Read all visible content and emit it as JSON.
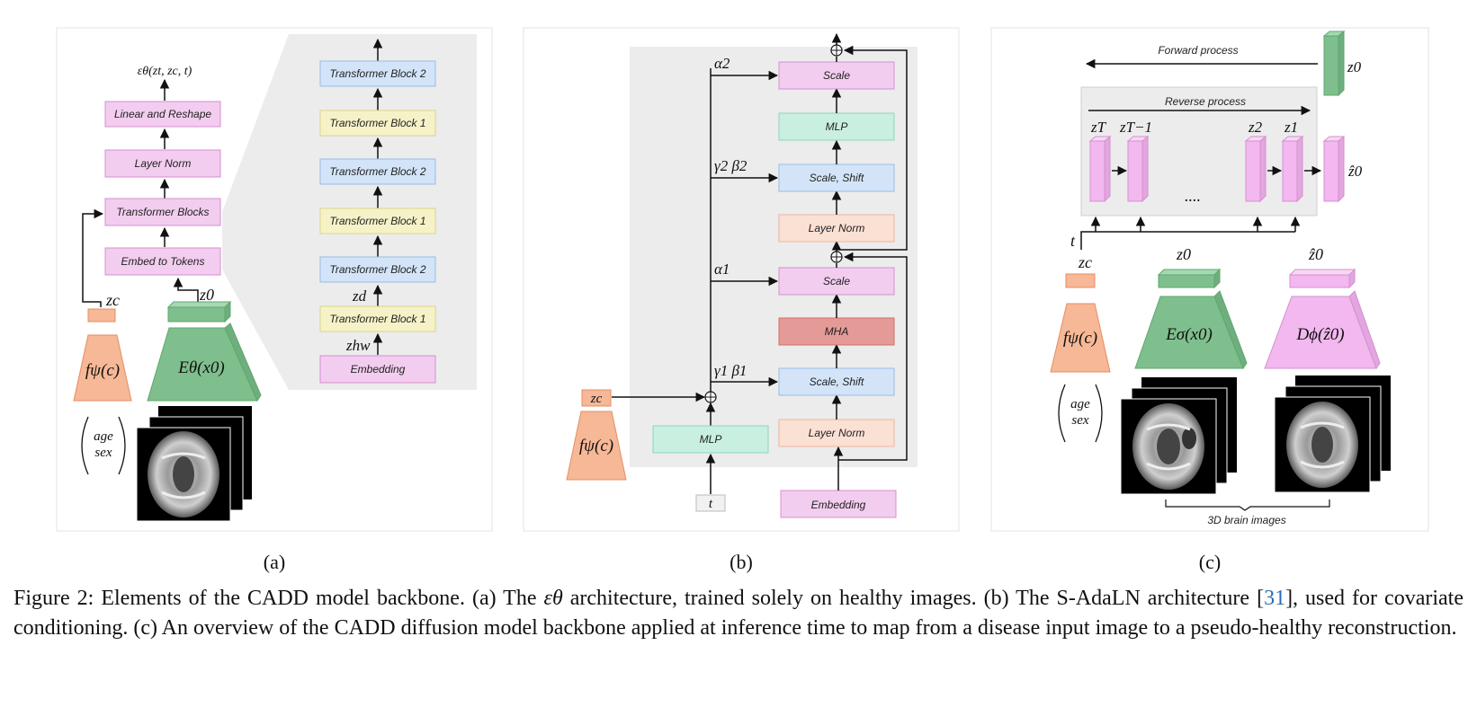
{
  "panel_a": {
    "label": "(a)",
    "output": "εθ(zt, zc, t)",
    "linear_reshape": "Linear and Reshape",
    "layer_norm": "Layer Norm",
    "transformer_blocks": "Transformer Blocks",
    "embed_tokens": "Embed to Tokens",
    "zc": "zc",
    "z0": "z0",
    "encoder_f": "fψ(c)",
    "encoder_e": "Eθ(x0)",
    "age": "age",
    "sex": "sex",
    "stack": [
      "Transformer Block 2",
      "Transformer Block 1",
      "Transformer Block 2",
      "Transformer Block 1",
      "Transformer Block 2",
      "Transformer Block 1",
      "Embedding"
    ],
    "zd": "zd",
    "zhw": "zhw"
  },
  "panel_b": {
    "label": "(b)",
    "alpha2": "α2",
    "alpha1": "α1",
    "gb2": "γ2 β2",
    "gb1": "γ1 β1",
    "scale_top": "Scale",
    "mlp_top": "MLP",
    "scale_shift_top": "Scale, Shift",
    "layer_norm_top": "Layer Norm",
    "scale_mid": "Scale",
    "mha": "MHA",
    "scale_shift_bot": "Scale, Shift",
    "layer_norm_bot": "Layer Norm",
    "embedding": "Embedding",
    "mlp_left": "MLP",
    "zc": "zc",
    "f": "fψ(c)",
    "t": "t"
  },
  "panel_c": {
    "label": "(c)",
    "forward": "Forward process",
    "reverse": "Reverse process",
    "z0_top": "z0",
    "zT": "zT",
    "zT1": "zT−1",
    "z2": "z2",
    "z1": "z1",
    "z0hat": "ẑ0",
    "dots": "....",
    "t": "t",
    "zc": "zc",
    "z0_enc": "z0",
    "z0hat_dec": "ẑ0",
    "f": "fψ(c)",
    "e": "Eσ(x0)",
    "d": "Dϕ(ẑ0)",
    "age": "age",
    "sex": "sex",
    "brace_label": "3D brain images"
  },
  "caption": {
    "prefix": "Figure 2:  Elements of the CADD model backbone.  (a) The ",
    "eps": "εθ",
    "part1": " architecture, trained solely on healthy images.  (b) The S-AdaLN architecture [",
    "ref": "31",
    "part2": "], used for covariate conditioning. (c) An overview of the CADD diffusion model backbone applied at inference time to map from a disease input image to a pseudo-healthy reconstruction."
  },
  "colors": {
    "pink_fill": "#f2cdef",
    "pink_stroke": "#d58fd2",
    "blue_fill": "#d3e4f8",
    "blue_stroke": "#97bde6",
    "yellow_fill": "#f6f2c8",
    "yellow_stroke": "#ddd48a",
    "green_fill": "#c9efe0",
    "green_stroke": "#8fd6b8",
    "peach_fill": "#fbe0d4",
    "peach_stroke": "#efb59b",
    "mha_fill": "#e49a96",
    "mha_stroke": "#cf6f6a",
    "orange_fill": "#f6b896",
    "orange_stroke": "#e48e62",
    "encoder_green": "#7fbf8d",
    "decoder_pink": "#f2b8ef"
  }
}
